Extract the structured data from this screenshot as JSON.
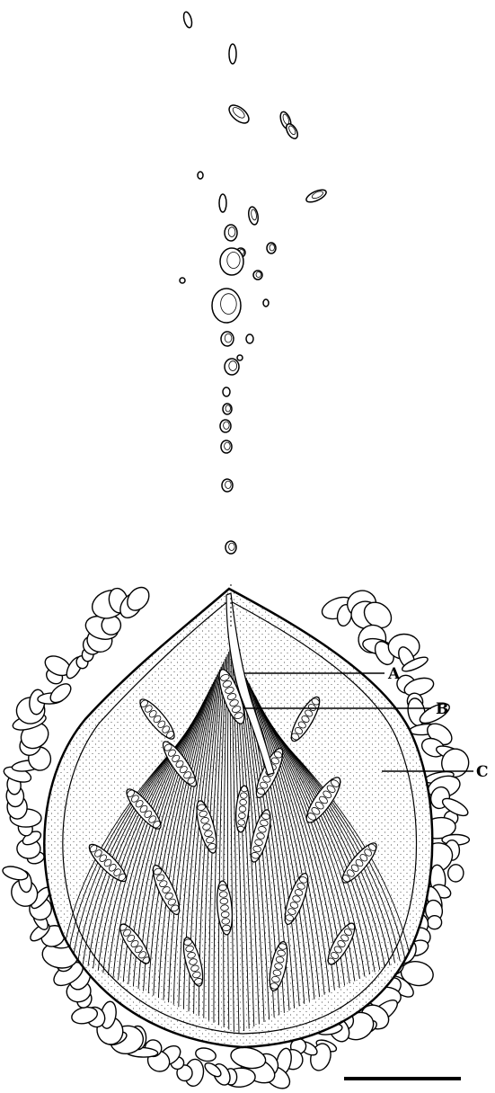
{
  "figure": {
    "labels": [
      {
        "id": "A",
        "text": "A"
      },
      {
        "id": "B",
        "text": "B"
      },
      {
        "id": "C",
        "text": "C"
      }
    ],
    "scale_bar_text": ""
  },
  "colors": {
    "ink": "#000000",
    "paper": "#ffffff",
    "stipple": "#1a1a1a"
  }
}
